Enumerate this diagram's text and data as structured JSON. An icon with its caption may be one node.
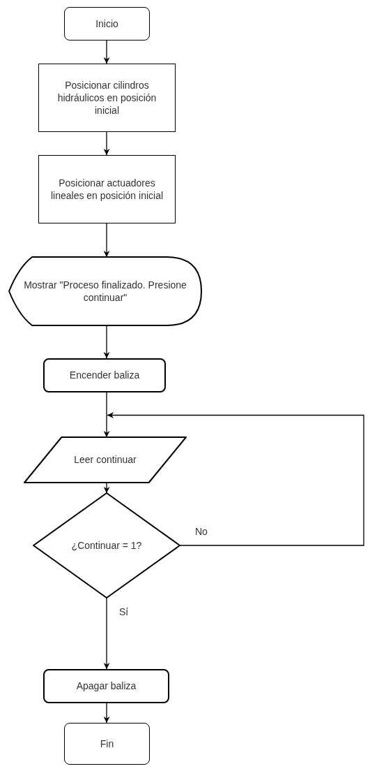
{
  "diagram": {
    "nodes": [
      {
        "text": [
          "Inicio"
        ]
      },
      {
        "text": [
          "Posicionar cilindros hidráulicos en posición inicial"
        ]
      },
      {
        "text": [
          "Posicionar actuadores lineales en posición inicial"
        ]
      },
      {
        "text": [
          "Mostrar \"Proceso finalizado. Presione continuar\""
        ]
      },
      {
        "text": [
          "Encender baliza"
        ]
      },
      {
        "text": [
          "Leer continuar"
        ]
      },
      {
        "text": [
          "¿Continuar = 1?"
        ]
      },
      {
        "text": [
          "Apagar baliza"
        ]
      },
      {
        "text": [
          "Fin"
        ]
      }
    ],
    "edges": [
      {
        "from": 0,
        "to": 1,
        "arrow": "to"
      },
      {
        "from": 1,
        "to": 2,
        "arrow": "to"
      },
      {
        "from": 2,
        "to": 3,
        "arrow": "to"
      },
      {
        "from": 3,
        "to": 4,
        "arrow": "to"
      },
      {
        "from": 4,
        "to": 5,
        "arrow": "to"
      },
      {
        "from": 5,
        "to": 6,
        "arrow": "to"
      },
      {
        "from": 6,
        "to": 7,
        "label": "Sí",
        "arrow": "to"
      },
      {
        "from": 6,
        "to": 5,
        "label": "No",
        "arrow": "to"
      },
      {
        "from": 7,
        "to": 8,
        "arrow": "to"
      }
    ]
  }
}
